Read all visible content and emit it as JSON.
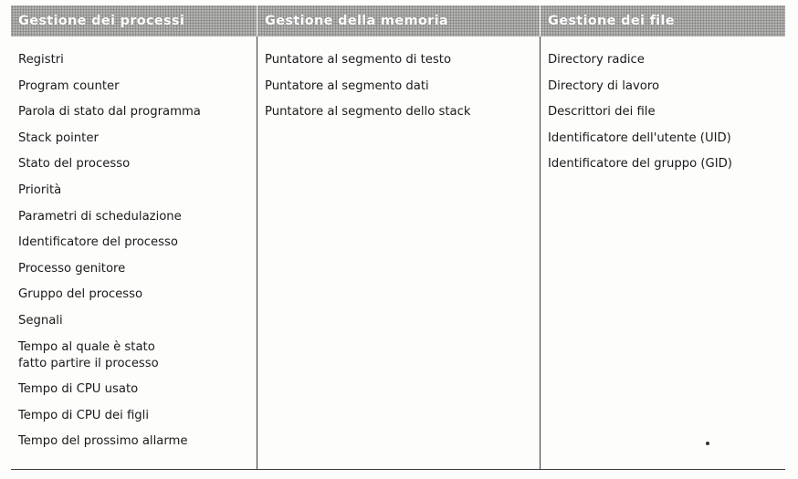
{
  "table": {
    "headers": [
      "Gestione dei processi",
      "Gestione della memoria",
      "Gestione dei file"
    ],
    "columns": [
      [
        "Registri",
        "Program counter",
        "Parola di stato dal programma",
        "Stack pointer",
        "Stato del processo",
        "Priorità",
        "Parametri di schedulazione",
        "Identificatore del processo",
        "Processo genitore",
        "Gruppo del processo",
        "Segnali",
        [
          "Tempo al quale è stato",
          "fatto partire il processo"
        ],
        "Tempo di CPU usato",
        "Tempo di CPU dei figli",
        "Tempo del prossimo allarme"
      ],
      [
        "Puntatore al segmento di testo",
        "Puntatore al segmento dati",
        "Puntatore al segmento dello stack"
      ],
      [
        "Directory radice",
        "Directory di lavoro",
        "Descrittori dei file",
        "Identificatore dell'utente (UID)",
        "Identificatore del gruppo (GID)"
      ]
    ]
  }
}
